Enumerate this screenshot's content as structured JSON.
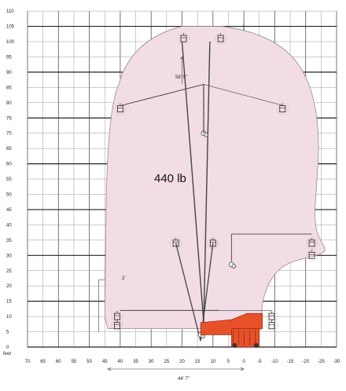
{
  "diagram": {
    "capacity_label": "440 lb",
    "height_dimension": "58' 5\"",
    "platform_dimension": "2'",
    "outreach_dimension": "44' 7\"",
    "unit_label": "feet"
  },
  "axes": {
    "y_ticks": [
      "110",
      "105",
      "100",
      "95",
      "90",
      "85",
      "80",
      "75",
      "70",
      "65",
      "60",
      "55",
      "50",
      "45",
      "40",
      "35",
      "30",
      "25",
      "20",
      "15",
      "10",
      "5",
      "0"
    ],
    "x_ticks": [
      "70",
      "65",
      "60",
      "55",
      "50",
      "45",
      "40",
      "35",
      "30",
      "25",
      "20",
      "15",
      "10",
      "5",
      "0",
      "-5",
      "-10",
      "-15",
      "-20",
      "-25",
      "-30"
    ]
  },
  "colors": {
    "envelope_fill": "#f2dce6",
    "envelope_stroke": "#9a8a92",
    "grid_minor": "#9a9a9a",
    "grid_major": "#222222",
    "machine": "#e8502a"
  }
}
